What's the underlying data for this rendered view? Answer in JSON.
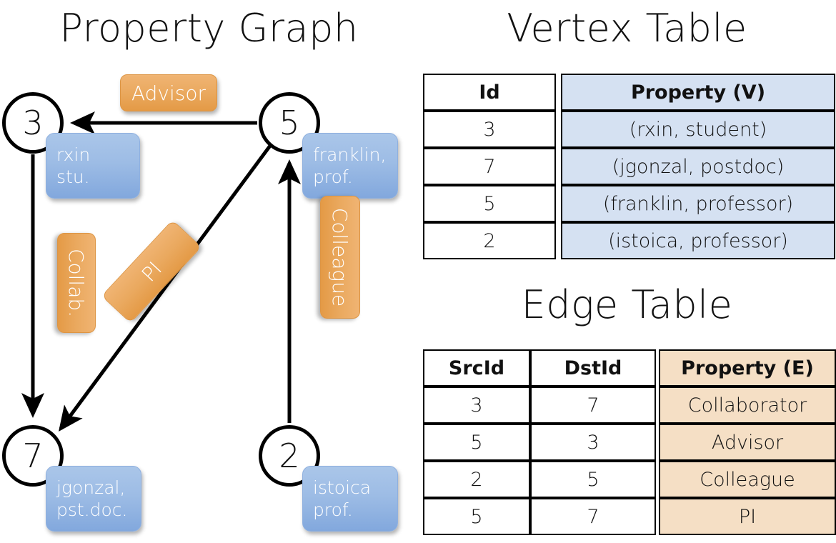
{
  "titles": {
    "property_graph": "Property Graph",
    "vertex_table": "Vertex Table",
    "edge_table": "Edge Table"
  },
  "graph": {
    "nodes": [
      {
        "id": "3",
        "property_text": "rxin\nstu."
      },
      {
        "id": "5",
        "property_text": "franklin,\nprof."
      },
      {
        "id": "7",
        "property_text": "jgonzal,\npst.doc."
      },
      {
        "id": "2",
        "property_text": "istoica\nprof."
      }
    ],
    "edge_labels": [
      {
        "name": "advisor",
        "text": "Advisor"
      },
      {
        "name": "collab",
        "text": "Collab."
      },
      {
        "name": "pi",
        "text": "PI"
      },
      {
        "name": "colleague",
        "text": "Colleague"
      }
    ],
    "edges": [
      {
        "from": "5",
        "to": "3",
        "label": "Advisor"
      },
      {
        "from": "3",
        "to": "7",
        "label": "Collab."
      },
      {
        "from": "5",
        "to": "7",
        "label": "PI"
      },
      {
        "from": "2",
        "to": "5",
        "label": "Colleague"
      }
    ]
  },
  "vertex_table": {
    "headers": [
      "Id",
      "Property (V)"
    ],
    "rows": [
      {
        "id": "3",
        "property": "(rxin, student)"
      },
      {
        "id": "7",
        "property": "(jgonzal, postdoc)"
      },
      {
        "id": "5",
        "property": "(franklin, professor)"
      },
      {
        "id": "2",
        "property": "(istoica, professor)"
      }
    ]
  },
  "edge_table": {
    "headers": [
      "SrcId",
      "DstId",
      "Property (E)"
    ],
    "rows": [
      {
        "src": "3",
        "dst": "7",
        "property": "Collaborator"
      },
      {
        "src": "5",
        "dst": "3",
        "property": "Advisor"
      },
      {
        "src": "2",
        "dst": "5",
        "property": "Colleague"
      },
      {
        "src": "5",
        "dst": "7",
        "property": "PI"
      }
    ]
  },
  "colors": {
    "vertex_property_fill": "#d5e1f2",
    "edge_property_fill": "#f5dfc5",
    "node_box_blue": "#9dbce5",
    "edge_label_orange": "#eaa95f",
    "stroke": "#000000",
    "background": "#ffffff"
  }
}
